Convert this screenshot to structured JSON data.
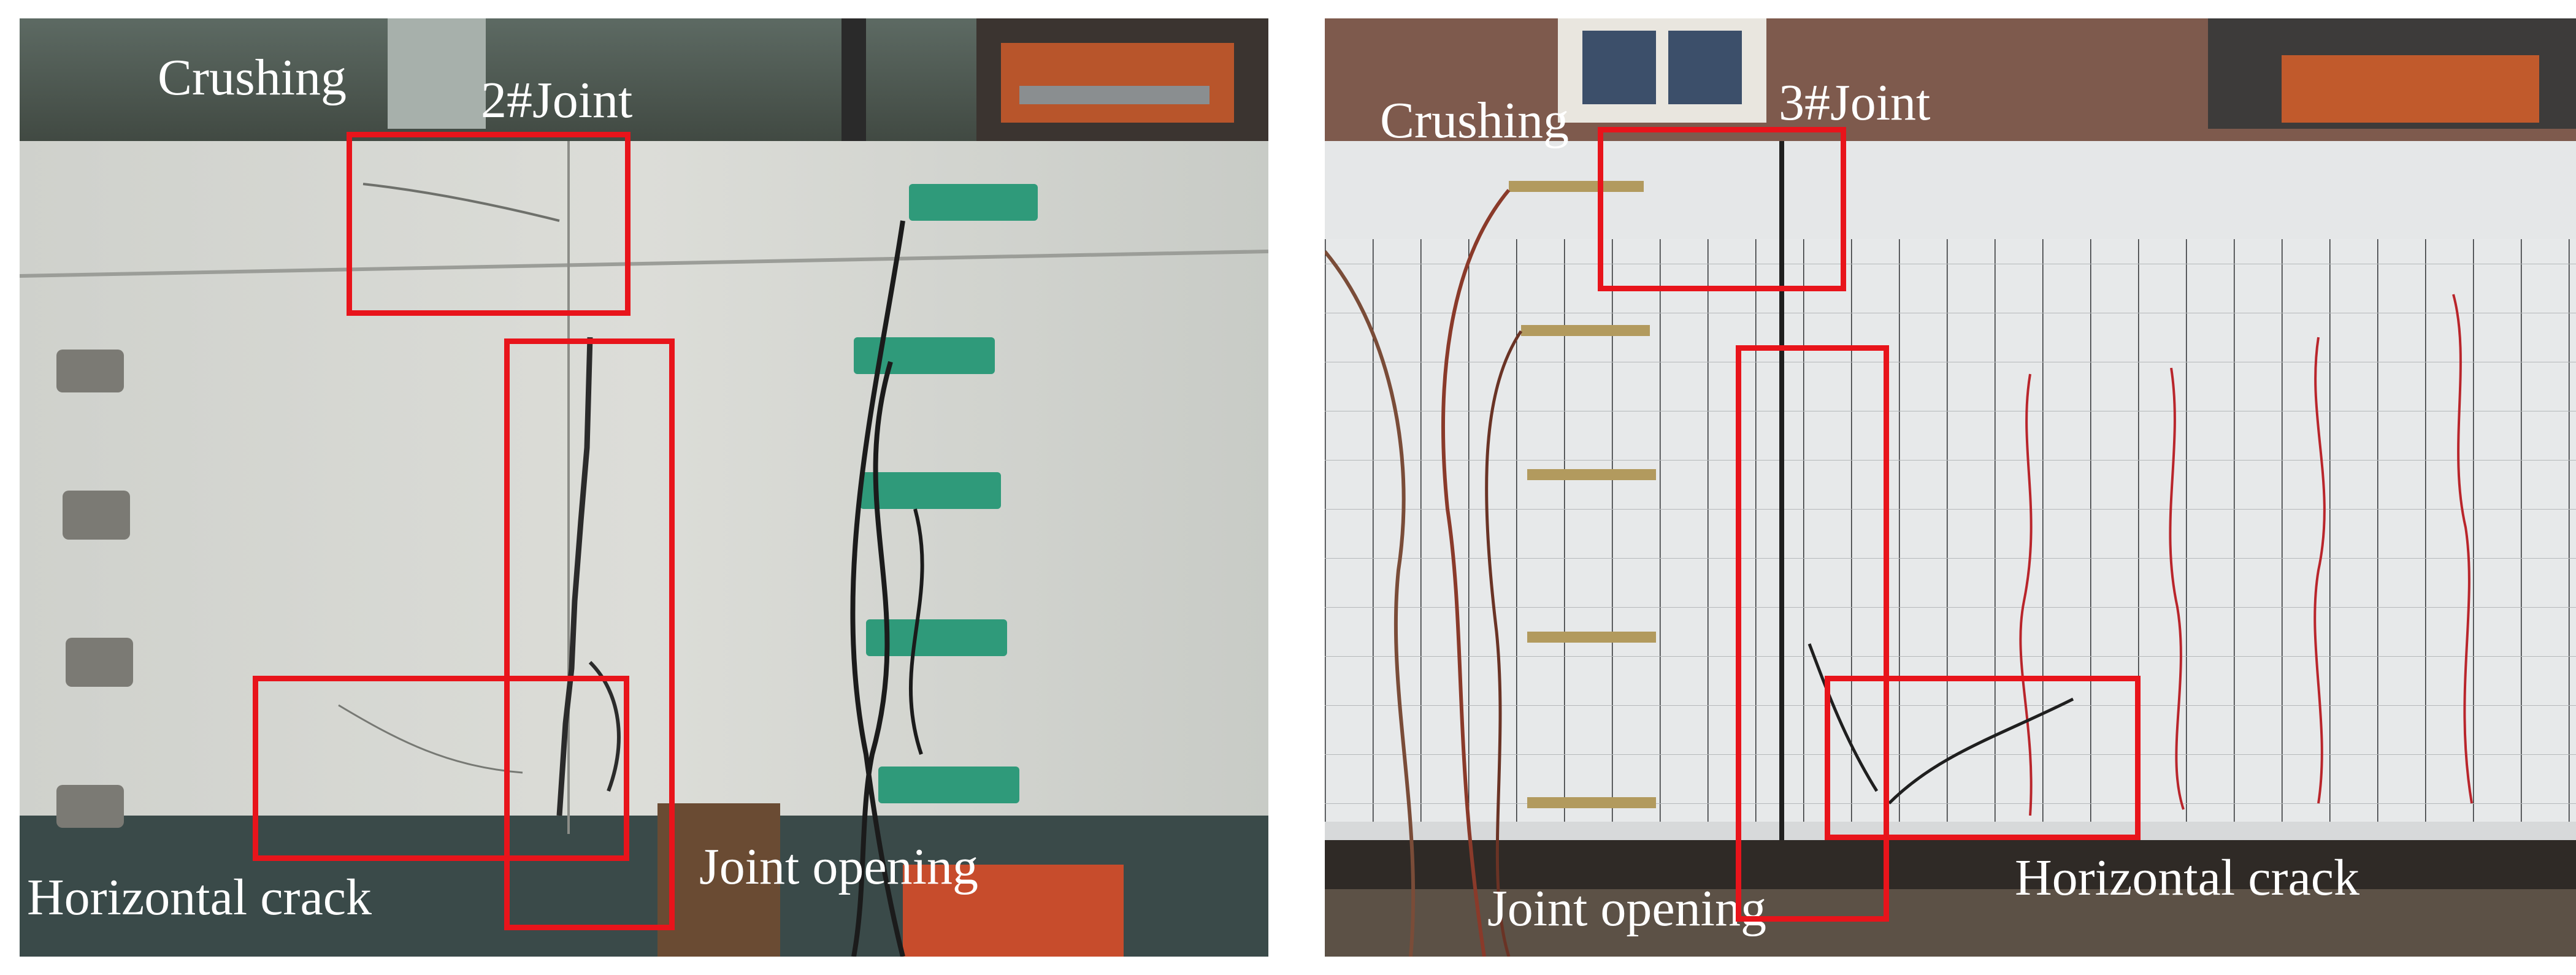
{
  "figure": {
    "left_panel": {
      "labels": {
        "crushing": "Crushing",
        "joint": "2#Joint",
        "horizontal_crack": "Horizontal crack",
        "joint_opening": "Joint opening"
      }
    },
    "right_panel": {
      "labels": {
        "crushing": "Crushing",
        "joint": "3#Joint",
        "joint_opening": "Joint opening",
        "horizontal_crack": "Horizontal crack"
      }
    },
    "colors": {
      "highlight_box": "#e8141b",
      "label_text": "#ffffff"
    }
  }
}
